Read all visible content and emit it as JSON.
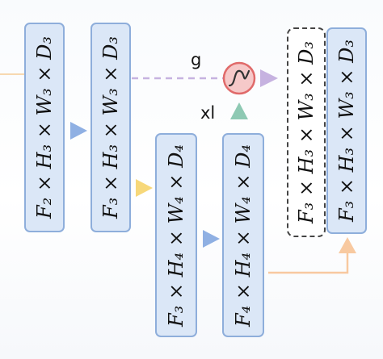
{
  "blocks": [
    {
      "id": "b1",
      "text": "F₂ × H₃ × W₃ × D₃"
    },
    {
      "id": "b2",
      "text": "F₃ × H₃ × W₃ × D₃"
    },
    {
      "id": "b3",
      "text": "F₃ × H₄ × W₄ × D₄"
    },
    {
      "id": "b4",
      "text": "F₄ × H₄ × W₄ × D₄"
    },
    {
      "id": "b5",
      "text": "F₃ × H₃ × W₃ × D₃"
    },
    {
      "id": "b6",
      "text": "F₃ × H₃ × W₃ × D₃"
    }
  ],
  "labels": {
    "g": "g",
    "xl": "xl"
  },
  "colors": {
    "block_fill": "#dbe7f7",
    "block_border": "#8eaedb",
    "arrow_blue": "#8fb0e3",
    "arrow_yellow": "#f7d87a",
    "arrow_green": "#8ec9b3",
    "arrow_purple": "#c6b2e0",
    "line_orange": "#f8c9a0",
    "gate_fill": "#f6c9c9",
    "gate_border": "#e06a6a"
  }
}
